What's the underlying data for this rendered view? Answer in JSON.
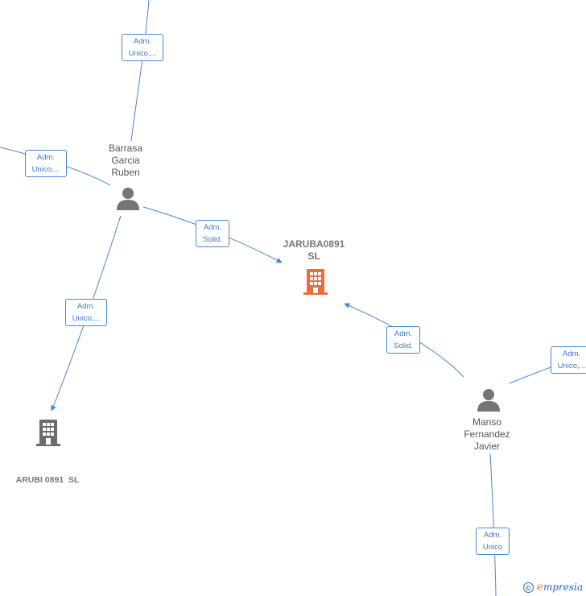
{
  "colors": {
    "edge": "#4a86d4",
    "label_text": "#3c78c8",
    "person": "#757575",
    "company_main": "#ee6b3b",
    "company_other": "#6d6d6d",
    "brand": "#2b66b8",
    "brand_accent": "#f08a24"
  },
  "nodes": {
    "person1": {
      "name_lines": [
        "Barrasa",
        "Garcia",
        "Ruben"
      ],
      "icon": "person-icon"
    },
    "person2": {
      "name_lines": [
        "Manso",
        "Fernandez",
        "Javier"
      ],
      "icon": "person-icon"
    },
    "company_main": {
      "name_lines": [
        "JARUBA0891",
        "SL"
      ],
      "icon": "building-icon"
    },
    "company_other": {
      "name": "ARUBI 0891  SL",
      "icon": "building-icon"
    }
  },
  "edge_labels": {
    "top": [
      "Adm.",
      "Unico,..."
    ],
    "left": [
      "Adm.",
      "Unico,..."
    ],
    "p1_to_main": [
      "Adm.",
      "Solid."
    ],
    "p1_to_other": [
      "Adm.",
      "Unico,..."
    ],
    "p2_to_main": [
      "Adm.",
      "Solid."
    ],
    "right": [
      "Adm.",
      "Unico,..."
    ],
    "bottom": [
      "Adm.",
      "Unico"
    ]
  },
  "footer": {
    "copyright_symbol": "©",
    "brand_first": "e",
    "brand_rest": "mpresia"
  }
}
